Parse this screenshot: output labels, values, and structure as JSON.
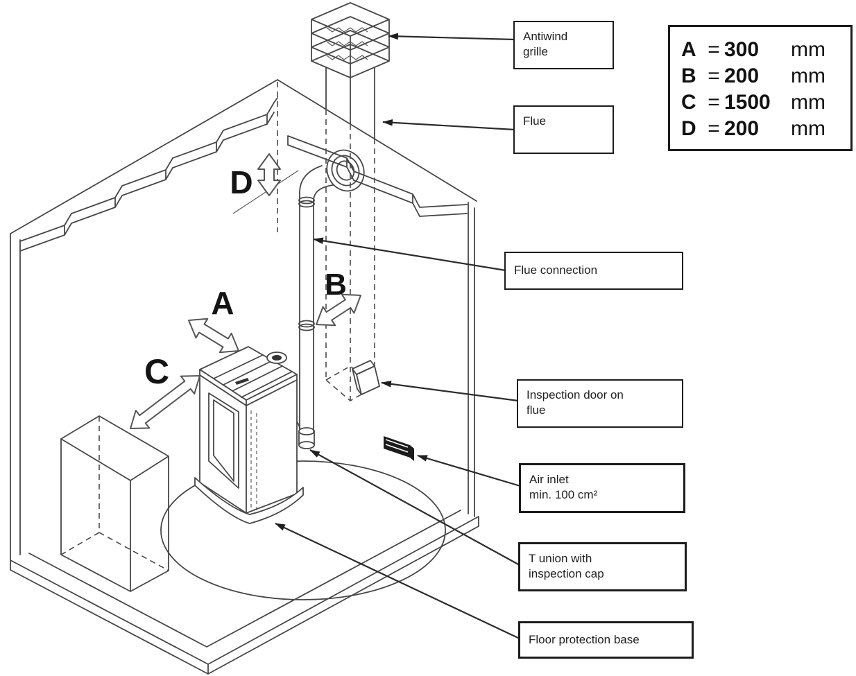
{
  "legend": {
    "entries": [
      {
        "letter": "A",
        "eq": "=",
        "value": "300",
        "unit": "mm"
      },
      {
        "letter": "B",
        "eq": "=",
        "value": "200",
        "unit": "mm"
      },
      {
        "letter": "C",
        "eq": "=",
        "value": "1500",
        "unit": "mm"
      },
      {
        "letter": "D",
        "eq": "=",
        "value": "200",
        "unit": "mm"
      }
    ]
  },
  "callouts": {
    "antiwind": {
      "lines": [
        "Antiwind",
        "grille"
      ]
    },
    "flue": {
      "lines": [
        "Flue"
      ]
    },
    "flue_connection": {
      "lines": [
        "Flue connection"
      ]
    },
    "inspection_door": {
      "lines": [
        "Inspection door on",
        "flue"
      ]
    },
    "air_inlet": {
      "lines": [
        "Air inlet",
        "min. 100 cm²"
      ]
    },
    "t_union": {
      "lines": [
        "T union with",
        "inspection cap"
      ]
    },
    "floor_base": {
      "lines": [
        "Floor protection base"
      ]
    }
  },
  "markers": {
    "a": "A",
    "b": "B",
    "c": "C",
    "d": "D"
  },
  "icons": {
    "leader-arrowhead": "filled-triangle",
    "clearance-arrow": "hollow-double-headed-arrow"
  },
  "colors": {
    "line": "#474747",
    "text": "#111111",
    "background": "#ffffff",
    "vent_fill": "#1c1c1c"
  }
}
